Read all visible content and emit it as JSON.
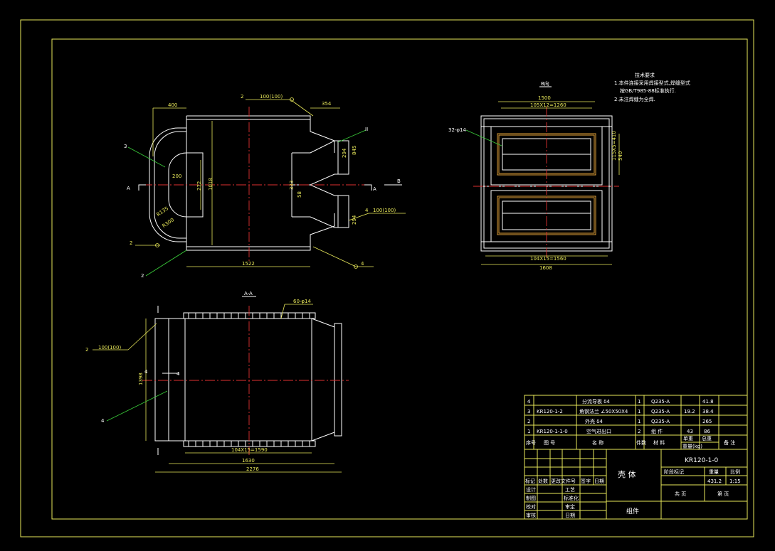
{
  "colors": {
    "background": "#000000",
    "frame": "#e8e85a",
    "outline": "#ffffff",
    "leader": "#39c939",
    "centerline": "#e03030",
    "hatch": "#e0a038"
  },
  "tech_notes": {
    "heading": "技术要求",
    "line1": "1.本件连接采用焊接型式,焊缝型式",
    "line2": "按GB/T985-88标准执行.",
    "line3": "2.未注焊缝为全焊."
  },
  "front_view": {
    "dims": {
      "d400": "400",
      "d354": "354",
      "d200": "200",
      "d272": "272",
      "d1018": "1018",
      "d1522": "1522",
      "d333": "333",
      "d58": "58",
      "d294a": "294",
      "d845": "845",
      "d294b": "294",
      "dR135": "R135",
      "dR300": "R300"
    },
    "weld_top": "100(100)",
    "weld_right": "100(100)",
    "weld_num_top": "2",
    "weld_num_left": "2",
    "weld_num_br": "4",
    "weld_num_right": "4",
    "part3": "3",
    "part2": "2",
    "sec_a_left": "A",
    "sec_a_right": "A",
    "label_b": "B",
    "label_ii": "II"
  },
  "b_view": {
    "title": "B向",
    "d1500": "1500",
    "d105x12": "105X12=1260",
    "holes": "32-φ14",
    "d1608": "1608",
    "d104x15": "104X15=1560",
    "dside1": "115X5=410",
    "dside2": "540"
  },
  "section_aa": {
    "title": "A-A",
    "holes": "60-φ14",
    "weld": "100(100)",
    "weld_num": "2",
    "part4": "4",
    "d1398": "1398",
    "d1590": "104X15=1590",
    "d1630": "1630",
    "d2276": "2276",
    "sym4a": "4",
    "sym4b": "4"
  },
  "bom": {
    "rows": [
      {
        "no": "4",
        "code": "",
        "name": "分流导板 δ4",
        "qty": "1",
        "material": "Q235-A",
        "unit": "",
        "total": "41.8",
        "note": ""
      },
      {
        "no": "3",
        "code": "KR120-1-2",
        "name": "角钢法兰 ∠50X50X4",
        "qty": "1",
        "material": "Q235-A",
        "unit": "19.2",
        "total": "38.4",
        "note": ""
      },
      {
        "no": "2",
        "code": "",
        "name": "外壳 δ4",
        "qty": "1",
        "material": "Q235-A",
        "unit": "",
        "total": "265",
        "note": ""
      },
      {
        "no": "1",
        "code": "KR120-1-1-0",
        "name": "空气进出口",
        "qty": "2",
        "material": "组 件",
        "unit": "43",
        "total": "86",
        "note": ""
      }
    ],
    "header": {
      "no": "序号",
      "code": "图  号",
      "name": "名  称",
      "qty": "件数",
      "material": "材  料",
      "unit_weight": "单重",
      "total_weight": "总重",
      "weight_unit": "重量(kg)",
      "note": "备 注"
    }
  },
  "title_block": {
    "drawing_no": "KR120-1-0",
    "part_name": "壳 体",
    "assembly": "组件",
    "stage_label": "阶段标记",
    "weight_label": "重量",
    "scale_label": "比例",
    "weight_value": "431.2",
    "scale_value": "1:15",
    "sheets_total": "共  页",
    "sheet_no": "第  页",
    "rev_marks": "标记",
    "rev_qty": "处数",
    "rev_file": "更改文件号",
    "rev_sign": "签字",
    "rev_date": "日期",
    "design": "设计",
    "draw": "制图",
    "check": "校对",
    "review": "审核",
    "process": "工艺",
    "standard": "标准化",
    "approve": "审定",
    "date": "日期"
  }
}
